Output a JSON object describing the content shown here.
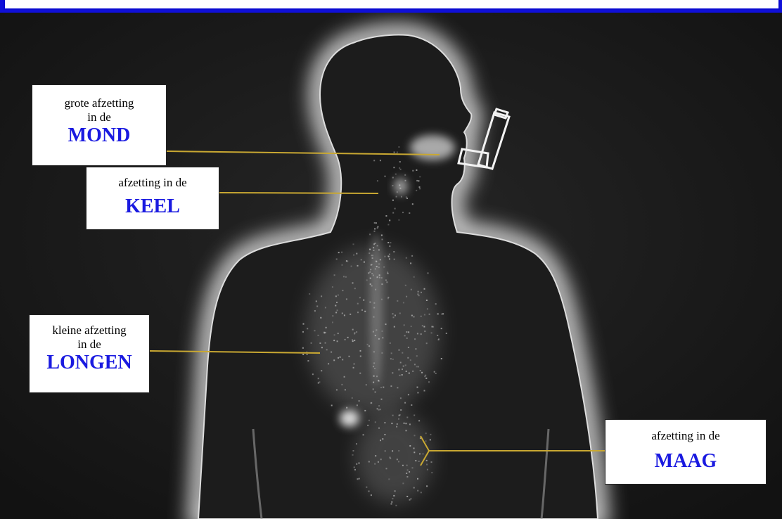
{
  "labels": {
    "mond": {
      "line1": "grote afzetting",
      "line2": "in de",
      "organ": "MOND"
    },
    "keel": {
      "line1": "afzetting in de",
      "organ": "KEEL"
    },
    "longen": {
      "line1": "kleine afzetting",
      "line2": "in de",
      "organ": "LONGEN"
    },
    "maag": {
      "line1": "afzetting in de",
      "organ": "MAAG"
    }
  },
  "colors": {
    "accent": "#1a1ae0",
    "leader_line": "#c9a832",
    "frame_border": "#1010d8",
    "background": "#151515",
    "glow": "#e8e8e8"
  }
}
